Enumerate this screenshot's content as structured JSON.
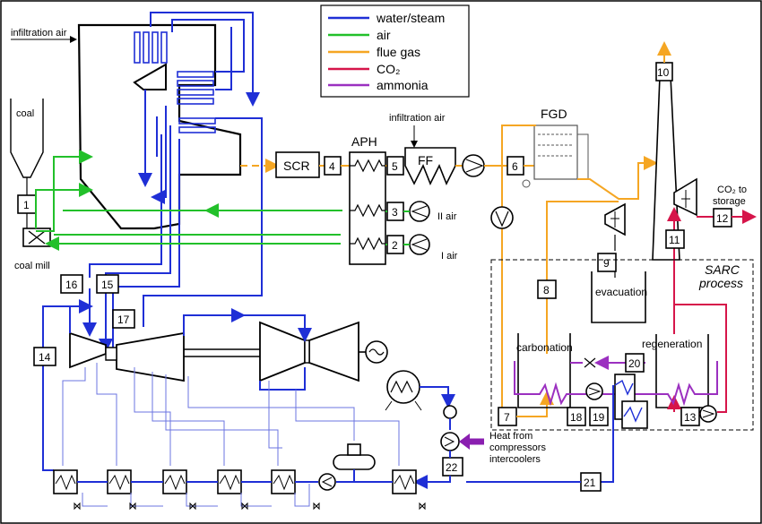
{
  "colors": {
    "water_steam": "#1f2fd6",
    "air": "#22c02a",
    "flue_gas": "#f5a623",
    "co2": "#d6154a",
    "ammonia": "#9b30c0"
  },
  "legend": [
    {
      "label": "water/steam",
      "color": "#1f2fd6"
    },
    {
      "label": "air",
      "color": "#22c02a"
    },
    {
      "label": "flue gas",
      "color": "#f5a623"
    },
    {
      "label": "CO₂",
      "color": "#d6154a"
    },
    {
      "label": "ammonia",
      "color": "#9b30c0"
    }
  ],
  "labels": {
    "infiltration_air_boiler": "infiltration air",
    "coal": "coal",
    "coal_mill": "coal mill",
    "scr": "SCR",
    "aph": "APH",
    "infiltration_air_ff": "infiltration air",
    "ff": "FF",
    "fgd": "FGD",
    "ii_air": "II air",
    "i_air": "I air",
    "co2_storage_line1": "CO₂ to",
    "co2_storage_line2": "storage",
    "sarc_line1": "SARC",
    "sarc_line2": "process",
    "evacuation": "evacuation",
    "carbonation": "carbonation",
    "regeneration": "regeneration",
    "heat_line1": "Heat from",
    "heat_line2": "compressors",
    "heat_line3": "intercoolers"
  },
  "stream_numbers": [
    "1",
    "2",
    "3",
    "4",
    "5",
    "6",
    "7",
    "8",
    "9",
    "10",
    "11",
    "12",
    "13",
    "14",
    "15",
    "16",
    "17",
    "18",
    "19",
    "20",
    "21",
    "22"
  ]
}
